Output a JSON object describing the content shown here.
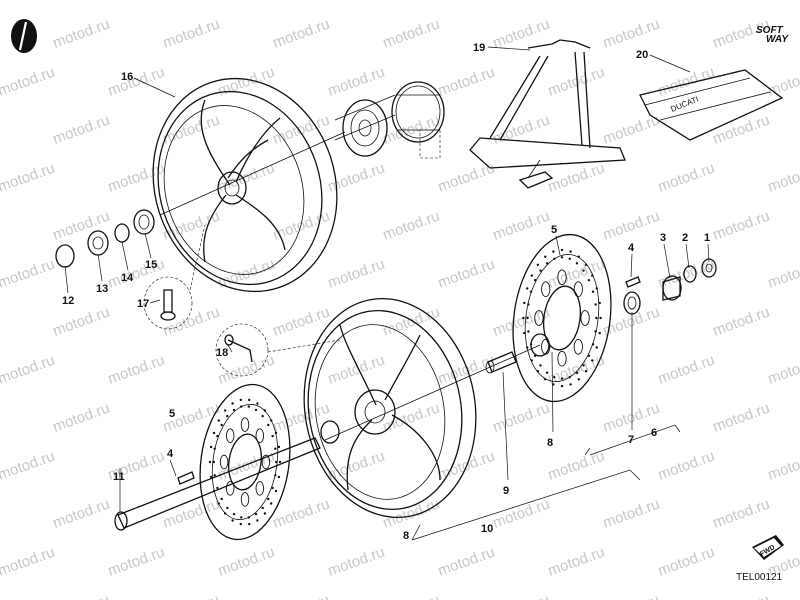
{
  "brand": {
    "line1": "SOFT",
    "line2": "WAY"
  },
  "watermark": "motod.ru",
  "drawing_code": "TEL00121",
  "fwd_label": "FWD",
  "decal_text": "DUCATI",
  "callouts": {
    "c1": "1",
    "c2": "2",
    "c3": "3",
    "c4a": "4",
    "c4b": "4",
    "c5a": "5",
    "c5b": "5",
    "c6": "6",
    "c7": "7",
    "c8a": "8",
    "c8b": "8",
    "c9": "9",
    "c10": "10",
    "c11": "11",
    "c12": "12",
    "c13": "13",
    "c14": "14",
    "c15": "15",
    "c16": "16",
    "c17": "17",
    "c18": "18",
    "c19": "19",
    "c20": "20"
  },
  "colors": {
    "ink": "#111111",
    "watermark": "#c8c8c8",
    "background": "#ffffff"
  }
}
